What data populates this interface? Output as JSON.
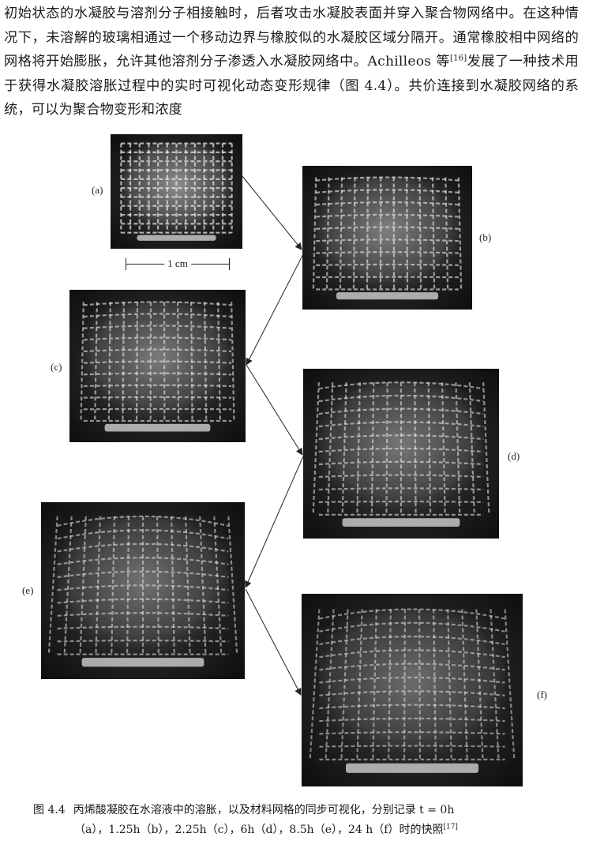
{
  "paragraph": {
    "text_before_ref": "初始状态的水凝胶与溶剂分子相接触时，后者攻击水凝胶表面并穿入聚合物网络中。在这种情况下，未溶解的玻璃相通过一个移动边界与橡胶似的水凝胶区域分隔开。通常橡胶相中网络的网格将开始膨胀，允许其他溶剂分子渗透入水凝胶网络中。Achilleos 等",
    "ref": "[16]",
    "text_after_ref": "发展了一种技术用于获得水凝胶溶胀过程中的实时可视化动态变形规律（图 4.4）。共价连接到水凝胶网络的系统，可以为聚合物变形和浓度"
  },
  "figure": {
    "panels": [
      {
        "label": "(a)"
      },
      {
        "label": "(b)"
      },
      {
        "label": "(c)"
      },
      {
        "label": "(d)"
      },
      {
        "label": "(e)"
      },
      {
        "label": "(f)"
      }
    ],
    "scale_bar_label": "1 cm",
    "caption": {
      "number": "图 4.4",
      "line1": "丙烯酸凝胶在水溶液中的溶胀，以及材料网格的同步可视化，分别记录 t = 0h",
      "line2": "（a），1.25h（b），2.25h（c），6h（d），8.5h（e），24 h（f）时的快照",
      "ref": "[17]"
    }
  }
}
